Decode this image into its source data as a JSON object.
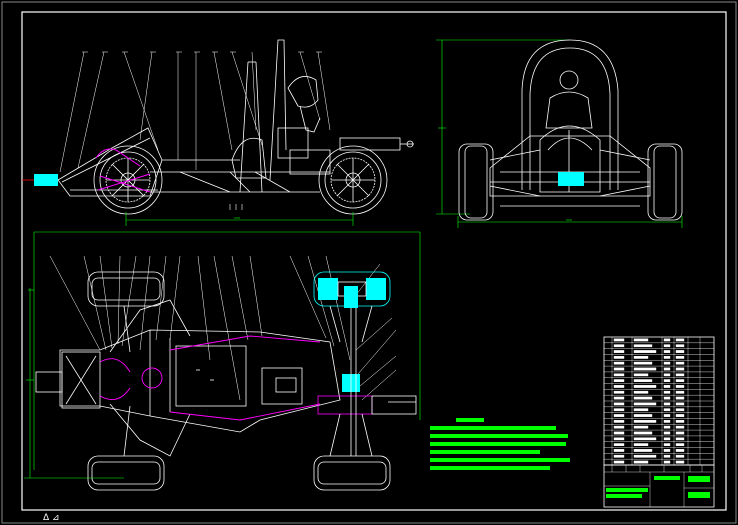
{
  "canvas": {
    "background": "#000000",
    "line_color": "#ffffff",
    "dimension_color": "#00ff00",
    "highlight_color": "#00ffff",
    "accent_color": "#ff00ff",
    "callout_color": "#ffffff"
  },
  "views": [
    "side-view",
    "front-view",
    "top-view"
  ],
  "notes_block": {
    "color": "#00ff00",
    "line_count": 7
  },
  "parts_list": {
    "row_count": 22,
    "column_count": 7
  },
  "title_block": {
    "color": "#00ff00"
  },
  "cursor_glyph": "Δ  ⊿"
}
